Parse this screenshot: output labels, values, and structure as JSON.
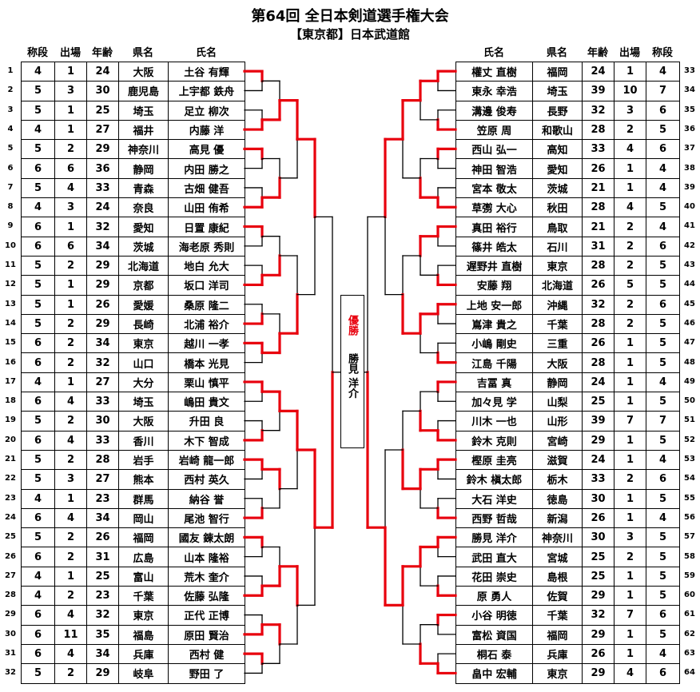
{
  "title": "第64回 全日本剣道選手権大会",
  "subtitle": "【東京都】日本武道館",
  "headers_left": [
    "称段",
    "出場",
    "年齢",
    "県名",
    "氏名"
  ],
  "headers_right": [
    "氏名",
    "県名",
    "年齢",
    "出場",
    "称段"
  ],
  "winner": {
    "label": "優勝",
    "name": "勝見 洋介"
  },
  "left": [
    {
      "no": "1",
      "dan": "4",
      "apps": "1",
      "age": "24",
      "pref": "大阪",
      "name": "土谷 有輝"
    },
    {
      "no": "2",
      "dan": "5",
      "apps": "3",
      "age": "30",
      "pref": "鹿児島",
      "name": "上宇都 鉄舟"
    },
    {
      "no": "3",
      "dan": "5",
      "apps": "1",
      "age": "25",
      "pref": "埼玉",
      "name": "足立 柳次"
    },
    {
      "no": "4",
      "dan": "4",
      "apps": "1",
      "age": "27",
      "pref": "福井",
      "name": "内藤 洋"
    },
    {
      "no": "5",
      "dan": "5",
      "apps": "2",
      "age": "29",
      "pref": "神奈川",
      "name": "高見 優"
    },
    {
      "no": "6",
      "dan": "6",
      "apps": "6",
      "age": "36",
      "pref": "静岡",
      "name": "内田 勝之"
    },
    {
      "no": "7",
      "dan": "5",
      "apps": "4",
      "age": "33",
      "pref": "青森",
      "name": "古畑 健吾"
    },
    {
      "no": "8",
      "dan": "4",
      "apps": "3",
      "age": "24",
      "pref": "奈良",
      "name": "山田 侑希"
    },
    {
      "no": "9",
      "dan": "6",
      "apps": "1",
      "age": "32",
      "pref": "愛知",
      "name": "日置 康紀"
    },
    {
      "no": "10",
      "dan": "6",
      "apps": "6",
      "age": "34",
      "pref": "茨城",
      "name": "海老原 秀則"
    },
    {
      "no": "11",
      "dan": "5",
      "apps": "2",
      "age": "29",
      "pref": "北海道",
      "name": "地白 允大"
    },
    {
      "no": "12",
      "dan": "5",
      "apps": "1",
      "age": "29",
      "pref": "京都",
      "name": "坂口 洋司"
    },
    {
      "no": "13",
      "dan": "5",
      "apps": "1",
      "age": "26",
      "pref": "愛媛",
      "name": "桑原 隆二"
    },
    {
      "no": "14",
      "dan": "5",
      "apps": "2",
      "age": "29",
      "pref": "長崎",
      "name": "北浦 裕介"
    },
    {
      "no": "15",
      "dan": "6",
      "apps": "2",
      "age": "34",
      "pref": "東京",
      "name": "越川 一孝"
    },
    {
      "no": "16",
      "dan": "6",
      "apps": "2",
      "age": "32",
      "pref": "山口",
      "name": "橋本 光見"
    },
    {
      "no": "17",
      "dan": "4",
      "apps": "1",
      "age": "27",
      "pref": "大分",
      "name": "栗山 慎平"
    },
    {
      "no": "18",
      "dan": "6",
      "apps": "4",
      "age": "33",
      "pref": "埼玉",
      "name": "嶋田 貴文"
    },
    {
      "no": "19",
      "dan": "5",
      "apps": "2",
      "age": "30",
      "pref": "大阪",
      "name": "升田 良"
    },
    {
      "no": "20",
      "dan": "6",
      "apps": "4",
      "age": "33",
      "pref": "香川",
      "name": "木下 智成"
    },
    {
      "no": "21",
      "dan": "5",
      "apps": "2",
      "age": "28",
      "pref": "岩手",
      "name": "岩崎 龍一郎"
    },
    {
      "no": "22",
      "dan": "5",
      "apps": "3",
      "age": "27",
      "pref": "熊本",
      "name": "西村 英久"
    },
    {
      "no": "23",
      "dan": "4",
      "apps": "1",
      "age": "23",
      "pref": "群馬",
      "name": "納谷 誉"
    },
    {
      "no": "24",
      "dan": "6",
      "apps": "4",
      "age": "34",
      "pref": "岡山",
      "name": "尾池 智行"
    },
    {
      "no": "25",
      "dan": "5",
      "apps": "2",
      "age": "26",
      "pref": "福岡",
      "name": "國友 錬太朗"
    },
    {
      "no": "26",
      "dan": "6",
      "apps": "2",
      "age": "31",
      "pref": "広島",
      "name": "山本 隆裕"
    },
    {
      "no": "27",
      "dan": "4",
      "apps": "1",
      "age": "25",
      "pref": "富山",
      "name": "荒木 奎介"
    },
    {
      "no": "28",
      "dan": "4",
      "apps": "2",
      "age": "23",
      "pref": "千葉",
      "name": "佐藤 弘隆"
    },
    {
      "no": "29",
      "dan": "6",
      "apps": "4",
      "age": "32",
      "pref": "東京",
      "name": "正代 正博"
    },
    {
      "no": "30",
      "dan": "6",
      "apps": "11",
      "age": "35",
      "pref": "福島",
      "name": "原田 賢治"
    },
    {
      "no": "31",
      "dan": "6",
      "apps": "4",
      "age": "34",
      "pref": "兵庫",
      "name": "西村 健"
    },
    {
      "no": "32",
      "dan": "5",
      "apps": "2",
      "age": "29",
      "pref": "岐阜",
      "name": "野田 了"
    }
  ],
  "right": [
    {
      "no": "33",
      "name": "權丈 直樹",
      "pref": "福岡",
      "age": "24",
      "apps": "1",
      "dan": "4"
    },
    {
      "no": "34",
      "name": "東永 幸浩",
      "pref": "埼玉",
      "age": "39",
      "apps": "10",
      "dan": "7"
    },
    {
      "no": "35",
      "name": "溝邊 俊寿",
      "pref": "長野",
      "age": "32",
      "apps": "3",
      "dan": "6"
    },
    {
      "no": "36",
      "name": "笠原 周",
      "pref": "和歌山",
      "age": "28",
      "apps": "2",
      "dan": "5"
    },
    {
      "no": "37",
      "name": "西山 弘一",
      "pref": "高知",
      "age": "33",
      "apps": "4",
      "dan": "6"
    },
    {
      "no": "38",
      "name": "神田 智浩",
      "pref": "愛知",
      "age": "26",
      "apps": "1",
      "dan": "4"
    },
    {
      "no": "39",
      "name": "宮本 敬太",
      "pref": "茨城",
      "age": "21",
      "apps": "1",
      "dan": "4"
    },
    {
      "no": "40",
      "name": "草彅 大心",
      "pref": "秋田",
      "age": "28",
      "apps": "4",
      "dan": "5"
    },
    {
      "no": "41",
      "name": "真田 裕行",
      "pref": "鳥取",
      "age": "21",
      "apps": "2",
      "dan": "4"
    },
    {
      "no": "42",
      "name": "篠井 皓太",
      "pref": "石川",
      "age": "31",
      "apps": "2",
      "dan": "6"
    },
    {
      "no": "43",
      "name": "遅野井 直樹",
      "pref": "東京",
      "age": "28",
      "apps": "2",
      "dan": "5"
    },
    {
      "no": "44",
      "name": "安藤 翔",
      "pref": "北海道",
      "age": "26",
      "apps": "5",
      "dan": "5"
    },
    {
      "no": "45",
      "name": "上地 安一郎",
      "pref": "沖縄",
      "age": "32",
      "apps": "2",
      "dan": "6"
    },
    {
      "no": "46",
      "name": "嶌津 貴之",
      "pref": "千葉",
      "age": "28",
      "apps": "2",
      "dan": "5"
    },
    {
      "no": "47",
      "name": "小嶋 剛史",
      "pref": "三重",
      "age": "26",
      "apps": "1",
      "dan": "5"
    },
    {
      "no": "48",
      "name": "江島 千陽",
      "pref": "大阪",
      "age": "28",
      "apps": "1",
      "dan": "5"
    },
    {
      "no": "49",
      "name": "吉冨 真",
      "pref": "静岡",
      "age": "24",
      "apps": "1",
      "dan": "4"
    },
    {
      "no": "50",
      "name": "加々見 学",
      "pref": "山梨",
      "age": "25",
      "apps": "1",
      "dan": "5"
    },
    {
      "no": "51",
      "name": "川木 一也",
      "pref": "山形",
      "age": "39",
      "apps": "7",
      "dan": "7"
    },
    {
      "no": "52",
      "name": "鈴木 克則",
      "pref": "宮崎",
      "age": "29",
      "apps": "1",
      "dan": "5"
    },
    {
      "no": "53",
      "name": "樫原 圭亮",
      "pref": "滋賀",
      "age": "24",
      "apps": "1",
      "dan": "4"
    },
    {
      "no": "54",
      "name": "鈴木 槇太郎",
      "pref": "栃木",
      "age": "33",
      "apps": "2",
      "dan": "6"
    },
    {
      "no": "55",
      "name": "大石 洋史",
      "pref": "徳島",
      "age": "30",
      "apps": "1",
      "dan": "5"
    },
    {
      "no": "56",
      "name": "西野 哲哉",
      "pref": "新潟",
      "age": "26",
      "apps": "1",
      "dan": "4"
    },
    {
      "no": "57",
      "name": "勝見 洋介",
      "pref": "神奈川",
      "age": "30",
      "apps": "3",
      "dan": "5"
    },
    {
      "no": "58",
      "name": "武田 直大",
      "pref": "宮城",
      "age": "25",
      "apps": "2",
      "dan": "5"
    },
    {
      "no": "59",
      "name": "花田 崇史",
      "pref": "島根",
      "age": "25",
      "apps": "1",
      "dan": "5"
    },
    {
      "no": "60",
      "name": "原 勇人",
      "pref": "佐賀",
      "age": "29",
      "apps": "1",
      "dan": "5"
    },
    {
      "no": "61",
      "name": "小谷 明徳",
      "pref": "千葉",
      "age": "32",
      "apps": "7",
      "dan": "6"
    },
    {
      "no": "62",
      "name": "富松 資国",
      "pref": "福岡",
      "age": "29",
      "apps": "1",
      "dan": "5"
    },
    {
      "no": "63",
      "name": "桐石 泰",
      "pref": "兵庫",
      "age": "26",
      "apps": "1",
      "dan": "4"
    },
    {
      "no": "64",
      "name": "畠中 宏輔",
      "pref": "東京",
      "age": "29",
      "apps": "4",
      "dan": "6"
    }
  ],
  "bracket_winners_left": {
    "r1": [
      1,
      2,
      1,
      2,
      1,
      2,
      2,
      1,
      1,
      2,
      1,
      2,
      1,
      2,
      2,
      1
    ],
    "r2": [
      2,
      2,
      2,
      2,
      1,
      1,
      2,
      1
    ],
    "r3": [
      1,
      2,
      1,
      1
    ],
    "r4": [
      1,
      1
    ],
    "r5": [
      2
    ]
  },
  "bracket_winners_right": {
    "r1": [
      1,
      2,
      1,
      2,
      1,
      2,
      1,
      2,
      1,
      2,
      1,
      2,
      1,
      2,
      1,
      2
    ],
    "r2": [
      1,
      2,
      1,
      1,
      2,
      1,
      1,
      2
    ],
    "r3": [
      1,
      2,
      2,
      1
    ],
    "r4": [
      1,
      2
    ],
    "r5": [
      2
    ]
  },
  "colors": {
    "win_line": "#e8000d",
    "line": "#000000"
  }
}
